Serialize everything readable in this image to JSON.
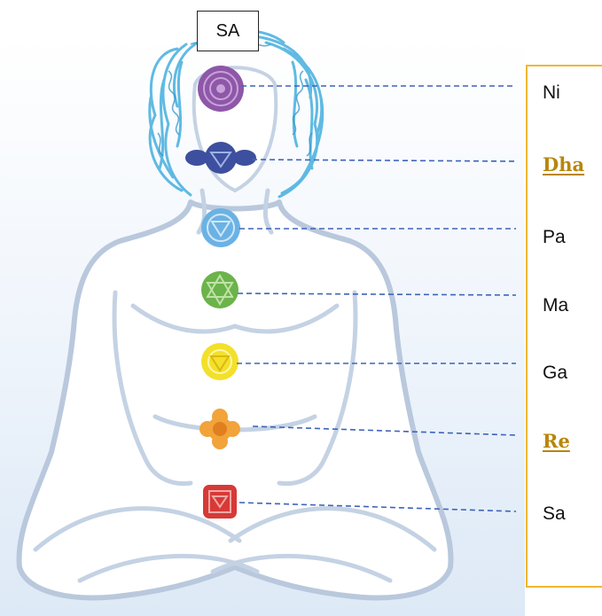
{
  "top_label": "SA",
  "colors": {
    "panel_border": "#f2b632",
    "leader_line": "#3e63b8",
    "highlight_note": "#b8860b",
    "figure_outline": "#b9c8dc",
    "hair": "#4fb3e0"
  },
  "chakras": [
    {
      "name": "crown",
      "color": "#8e57a8",
      "note": "Ni",
      "highlight": false
    },
    {
      "name": "third-eye",
      "color": "#3d4f9e",
      "note": "Dha",
      "highlight": true
    },
    {
      "name": "throat",
      "color": "#6bb2e4",
      "note": "Pa",
      "highlight": false
    },
    {
      "name": "heart",
      "color": "#6bb34a",
      "note": "Ma",
      "highlight": false
    },
    {
      "name": "solar-plexus",
      "color": "#f3e02a",
      "note": "Ga",
      "highlight": false
    },
    {
      "name": "sacral",
      "color": "#f2a33a",
      "note": "Re",
      "highlight": true
    },
    {
      "name": "root",
      "color": "#d63a37",
      "note": "Sa",
      "highlight": false
    }
  ]
}
